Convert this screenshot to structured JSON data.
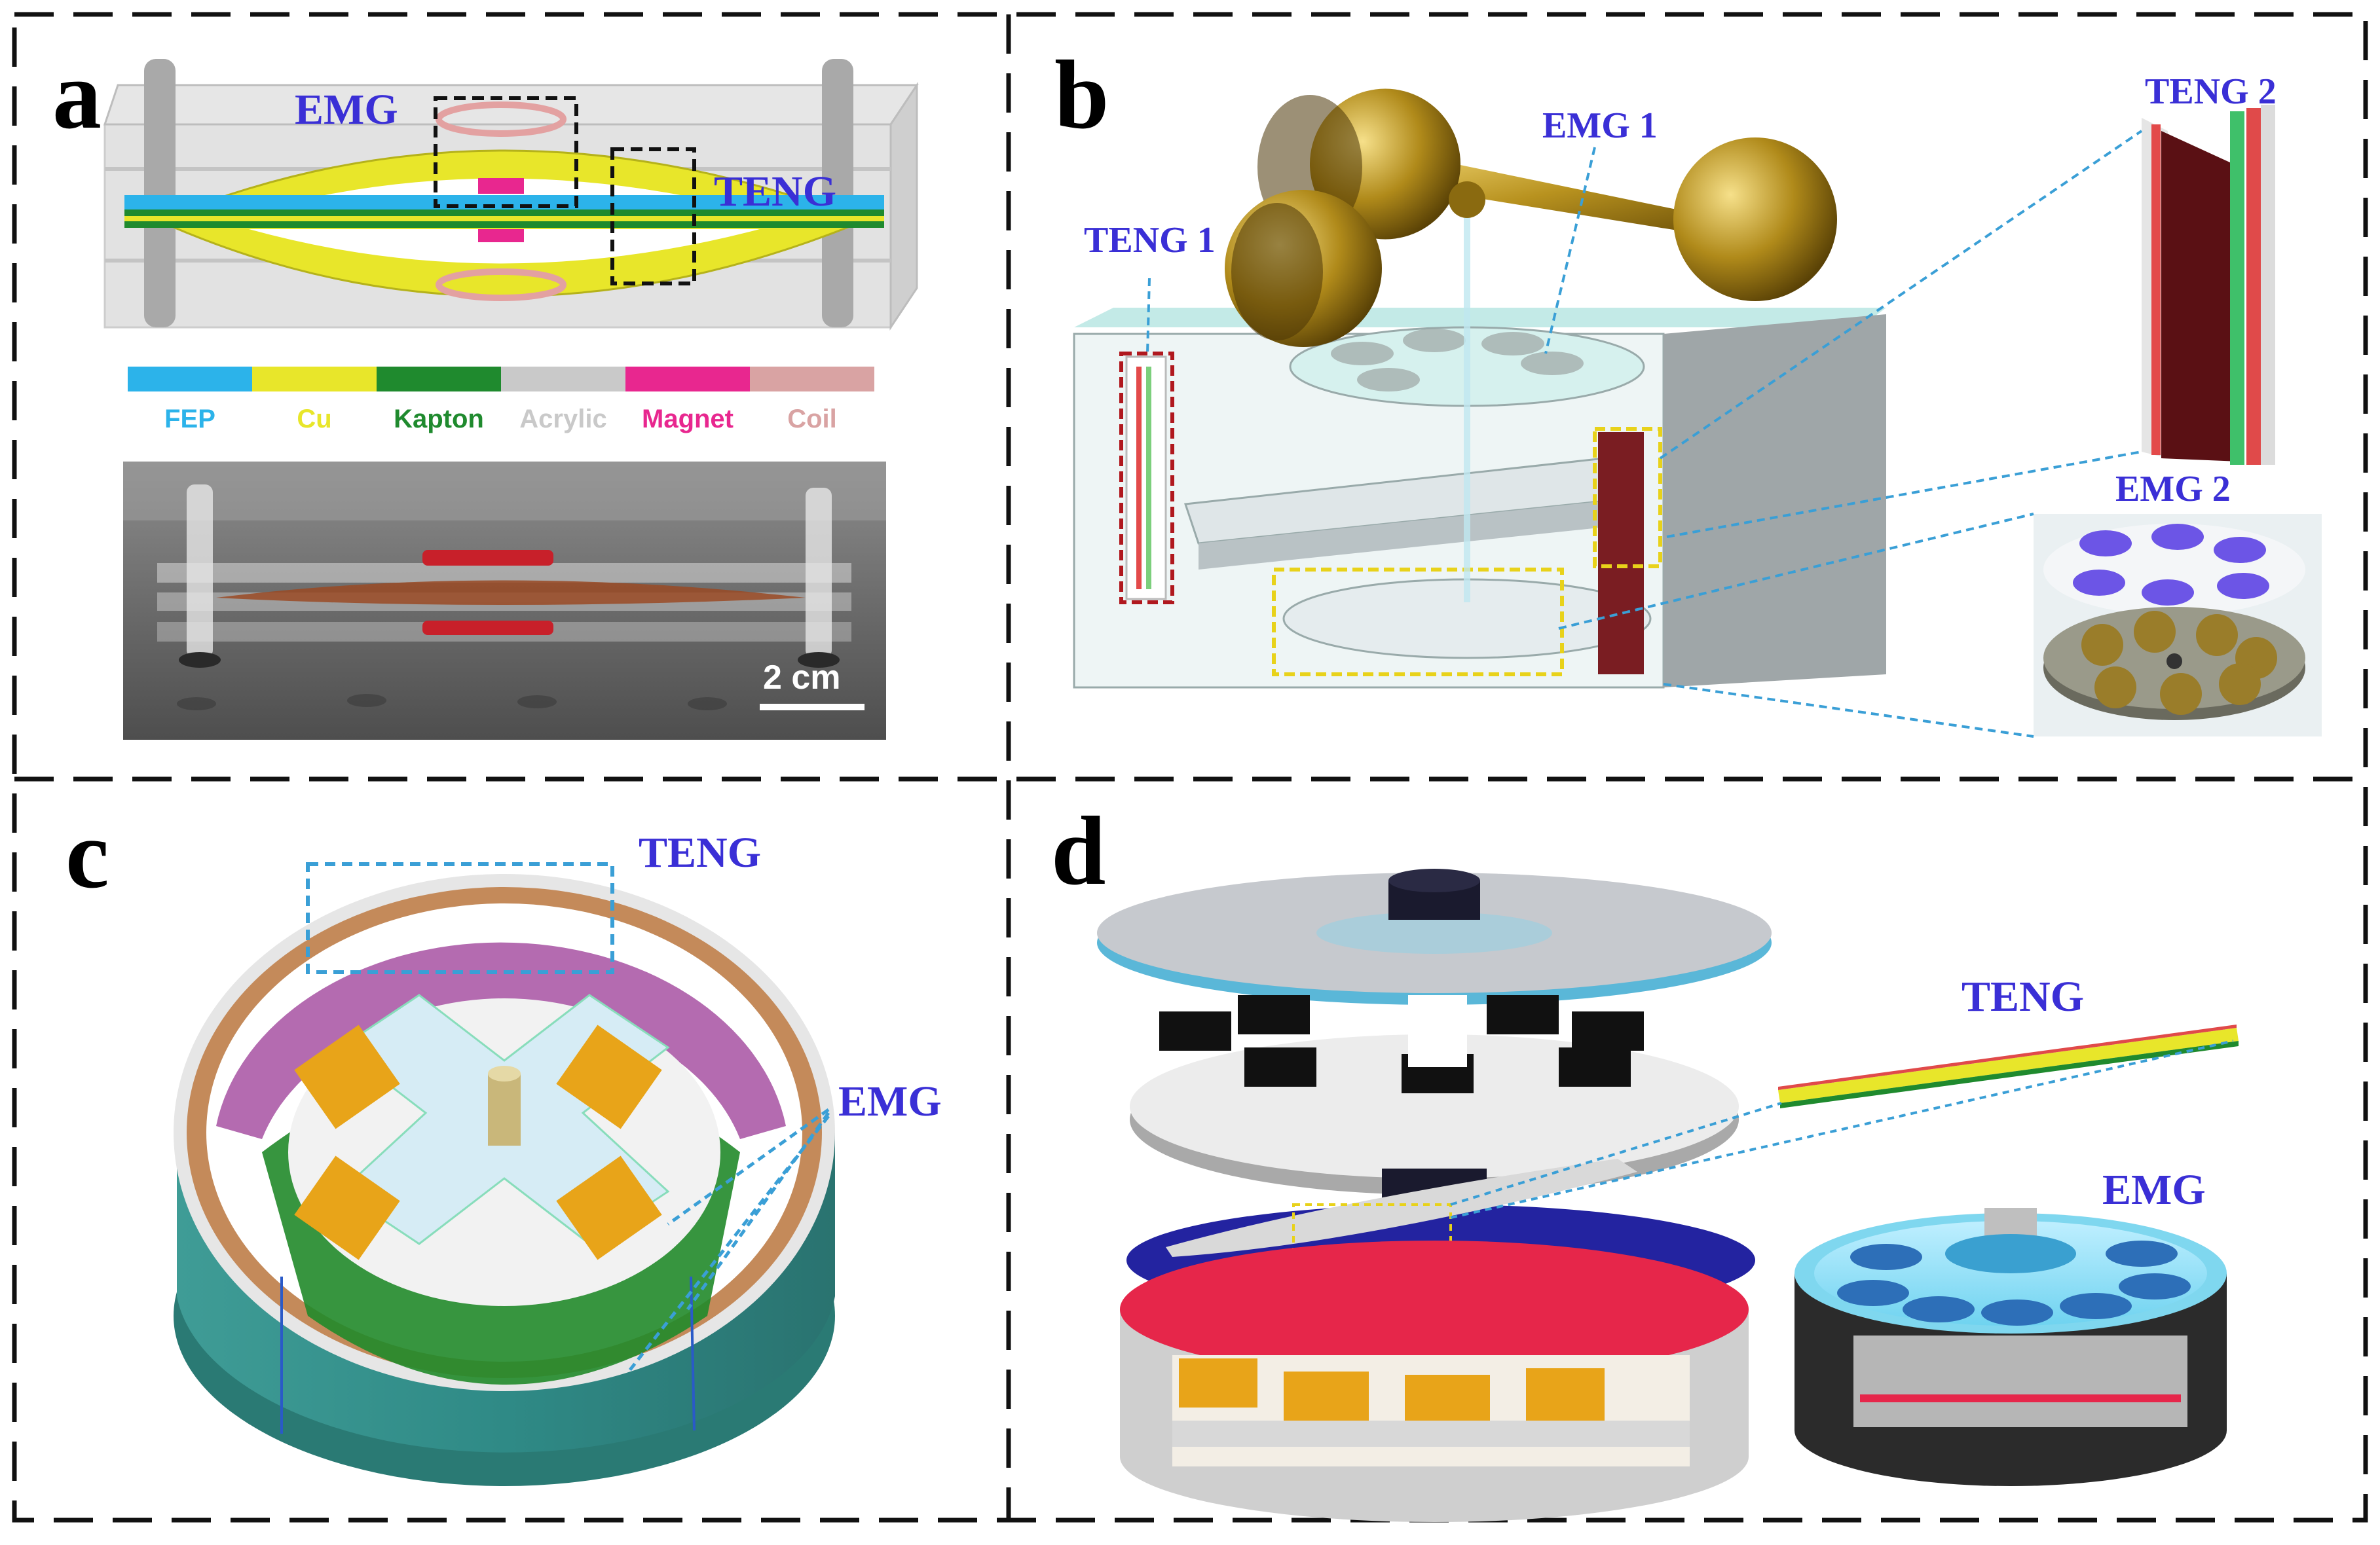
{
  "panels": {
    "a": {
      "letter": "a",
      "labels": {
        "emg": "EMG",
        "teng": "TENG"
      },
      "legend": [
        {
          "name": "FEP",
          "color": "#2cb3ea"
        },
        {
          "name": "Cu",
          "color": "#e8e62a"
        },
        {
          "name": "Kapton",
          "color": "#1f8a2e"
        },
        {
          "name": "Acrylic",
          "color": "#c9c9c9"
        },
        {
          "name": "Magnet",
          "color": "#e8278f"
        },
        {
          "name": "Coil",
          "color": "#d9a3a3"
        }
      ],
      "scale_bar": "2 cm"
    },
    "b": {
      "letter": "b",
      "labels": {
        "emg1": "EMG 1",
        "teng1": "TENG 1",
        "teng2": "TENG 2",
        "emg2": "EMG 2"
      }
    },
    "c": {
      "letter": "c",
      "labels": {
        "teng": "TENG",
        "emg": "EMG"
      }
    },
    "d": {
      "letter": "d",
      "labels": {
        "teng": "TENG",
        "emg": "EMG"
      }
    }
  },
  "colors": {
    "label_blue": "#3a2fd6",
    "divider": "#111111",
    "leader_blue": "#3a9fd6"
  }
}
